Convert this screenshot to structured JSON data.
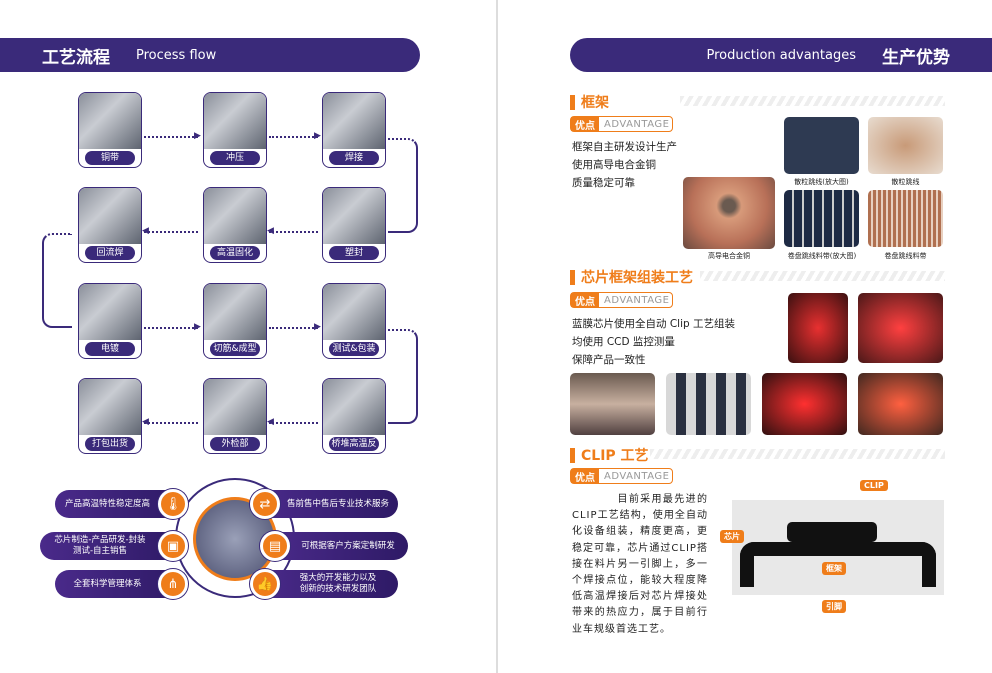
{
  "left": {
    "title_cn": "工艺流程",
    "title_en": "Process flow",
    "steps": [
      "铜带",
      "冲压",
      "焊接",
      "塑封",
      "高温固化",
      "回流焊",
      "电镀",
      "切筋&成型",
      "测试&包装",
      "桥堆高温反偏",
      "外检部",
      "打包出货"
    ],
    "features": [
      "产品高温特性稳定度高",
      "售前售中售后专业技术服务",
      "芯片制造-产品研发-封装\n测试-自主销售",
      "可根据客户方案定制研发",
      "全套科学管理体系",
      "强大的开发能力以及\n创新的技术研发团队"
    ]
  },
  "right": {
    "title_en": "Production advantages",
    "title_cn": "生产优势",
    "adv_key": "优点",
    "adv_val": "ADVANTAGE",
    "s1": {
      "title": "框架",
      "lines": [
        "框架自主研发设计生产",
        "使用高导电合金铜",
        "质量稳定可靠"
      ],
      "captions": [
        "散粒跳线(放大图)",
        "散粒跳线",
        "高导电合金铜",
        "卷盘跳线料带(放大图)",
        "卷盘跳线料带"
      ]
    },
    "s2": {
      "title": "芯片框架组装工艺",
      "lines": [
        "蓝膜芯片使用全自动 Clip 工艺组装",
        "均使用 CCD 监控测量",
        "保障产品一致性"
      ]
    },
    "s3": {
      "title": "CLIP 工艺",
      "text": "　　　　目前采用最先进的CLIP工艺结构，使用全自动化设备组装，精度更高，更稳定可靠，芯片通过CLIP搭接在料片另一引脚上，多一个焊接点位，能较大程度降低高温焊接后对芯片焊接处带来的热应力，属于目前行业车规级首选工艺。",
      "tags": [
        "CLIP",
        "芯片",
        "框架",
        "引脚"
      ]
    }
  }
}
